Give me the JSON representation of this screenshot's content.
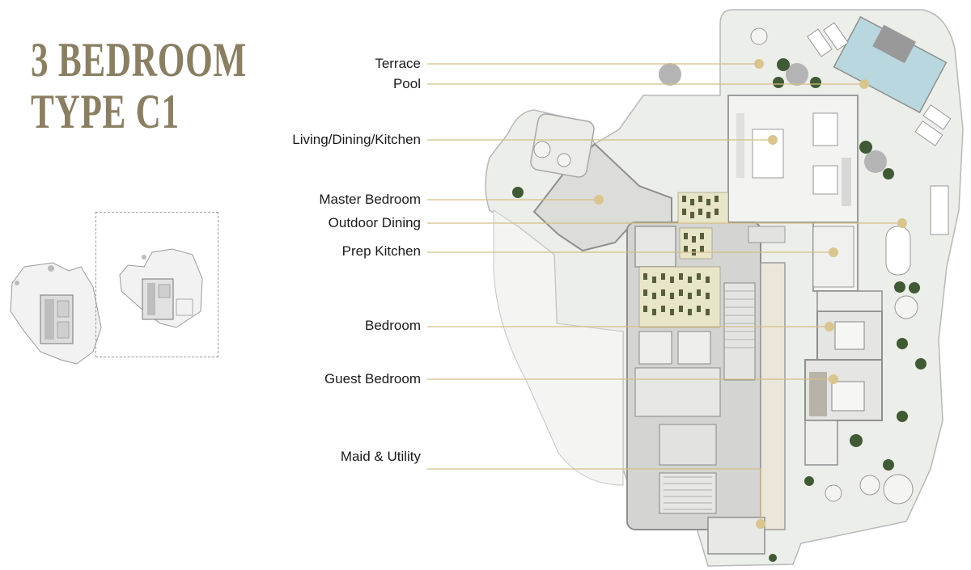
{
  "title": {
    "line1": "3 BEDROOM",
    "line2": "TYPE C1"
  },
  "colors": {
    "title": "#8a7f63",
    "leader": "#d4bf86",
    "marker": "#d9c58f",
    "wall": "#9c9c9c",
    "terrace": "#e9ebe6"
  },
  "labels": {
    "terrace": "Terrace",
    "pool": "Pool",
    "living": "Living/Dining/Kitchen",
    "master": "Master Bedroom",
    "outdoor_dining": "Outdoor Dining",
    "prep_kitchen": "Prep Kitchen",
    "bedroom": "Bedroom",
    "guest": "Guest Bedroom",
    "maid": "Maid & Utility"
  }
}
